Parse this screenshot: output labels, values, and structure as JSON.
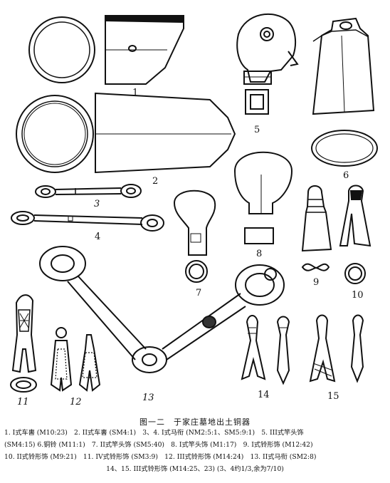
{
  "figure_labels": {
    "n1": "1",
    "n2": "2",
    "n3": "3",
    "n4": "4",
    "n5": "5",
    "n6": "6",
    "n7": "7",
    "n8": "8",
    "n9": "9",
    "n10": "10",
    "n11": "11",
    "n12": "12",
    "n13": "13",
    "n14": "14",
    "n15": "15"
  },
  "caption": {
    "title": "图一二　于家庄墓地出土铜器",
    "line1": "1. I式车軎 (M10:23)　2. II式车軎 (SM4:1)　3、4. I式马衔 (NM2:5:1、SM5:9:1)　5. III式竿头饰",
    "line2": "(SM4:15) 6.铜铃 (M11:1)　7. II式竿头饰 (SM5:40)　8. I式竿头饰 (M1:17)　9. I式铃形饰 (M12:42)",
    "line3": "10. II式铃形饰 (M9:21)　11. IV式铃形饰 (SM3:9)　12. III式铃形饰 (M14:24)　13. II式马衔 (SM2:8)",
    "line4": "14、15. III式铃形饰 (M14:25、23) (3、4约1/3,余为7/10)"
  }
}
